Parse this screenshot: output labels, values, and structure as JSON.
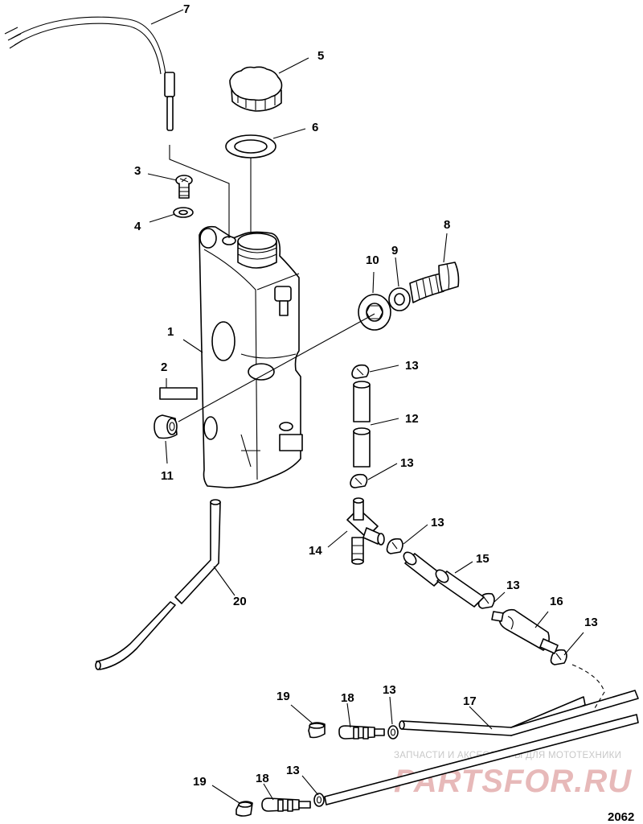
{
  "diagram": {
    "figure_number": "2062",
    "callouts": {
      "c1": "1",
      "c2": "2",
      "c3": "3",
      "c4": "4",
      "c5": "5",
      "c6": "6",
      "c7": "7",
      "c8": "8",
      "c9": "9",
      "c10": "10",
      "c11": "11",
      "c12": "12",
      "c13a": "13",
      "c13b": "13",
      "c13c": "13",
      "c13d": "13",
      "c13e": "13",
      "c13f": "13",
      "c13g": "13",
      "c14": "14",
      "c15": "15",
      "c16": "16",
      "c17": "17",
      "c18a": "18",
      "c18b": "18",
      "c19a": "19",
      "c19b": "19",
      "c20": "20"
    }
  },
  "watermark": {
    "tagline": "ЗАПЧАСТИ И АКСЕССУАРЫ ДЛЯ МОТОТЕХНИКИ",
    "brand": "PARTSFOR.RU"
  }
}
